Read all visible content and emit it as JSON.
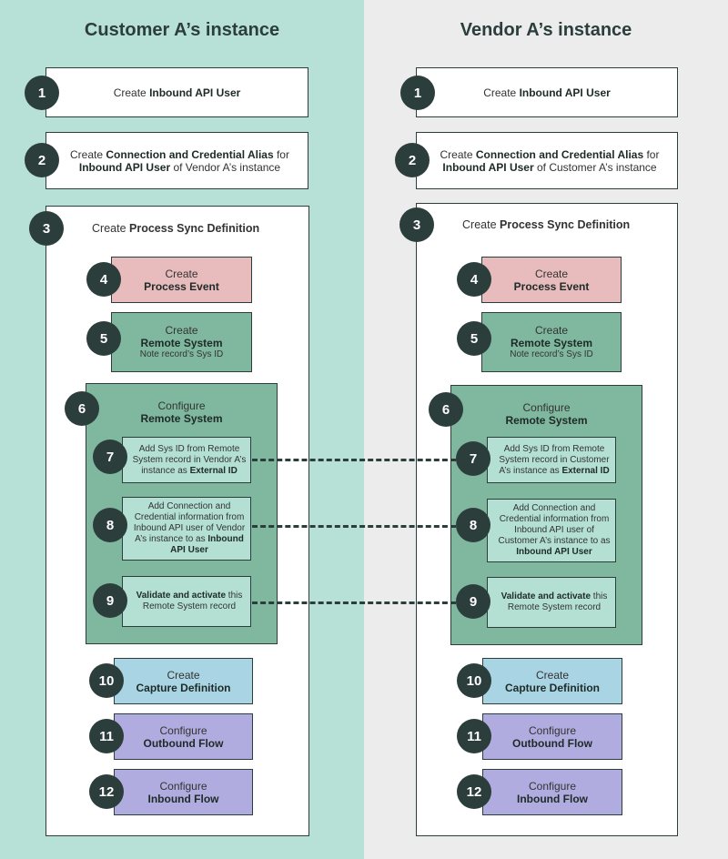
{
  "columns": [
    {
      "title": "Customer A’s instance",
      "steps": {
        "s1": {
          "num": "1",
          "pre": "Create ",
          "bold": "Inbound API User"
        },
        "s2": {
          "num": "2",
          "pre": "Create ",
          "bold": "Connection and Credential Alias",
          "mid": " for ",
          "bold2": "Inbound API User",
          "post": " of Vendor A’s instance"
        },
        "s3": {
          "num": "3",
          "pre": "Create ",
          "bold": "Process Sync Definition"
        },
        "s4": {
          "num": "4",
          "line1": "Create",
          "bold": "Process Event"
        },
        "s5": {
          "num": "5",
          "line1": "Create",
          "bold": "Remote System",
          "note": "Note record’s Sys ID"
        },
        "s6": {
          "num": "6",
          "line1": "Configure",
          "bold": "Remote System"
        },
        "s7": {
          "num": "7",
          "pre": "Add Sys ID from Remote System record in Vendor A’s instance as ",
          "bold": "External ID"
        },
        "s8": {
          "num": "8",
          "pre": "Add Connection and Credential information from Inbound API user of Vendor A’s instance to as ",
          "bold": "Inbound API User"
        },
        "s9": {
          "num": "9",
          "bold": "Validate and activate",
          "post": " this Remote System record"
        },
        "s10": {
          "num": "10",
          "line1": "Create",
          "bold": "Capture Definition"
        },
        "s11": {
          "num": "11",
          "line1": "Configure",
          "bold": "Outbound Flow"
        },
        "s12": {
          "num": "12",
          "line1": "Configure",
          "bold": "Inbound Flow"
        }
      }
    },
    {
      "title": "Vendor A’s instance",
      "steps": {
        "s1": {
          "num": "1",
          "pre": "Create ",
          "bold": "Inbound API User"
        },
        "s2": {
          "num": "2",
          "pre": "Create ",
          "bold": "Connection and Credential Alias",
          "mid": " for ",
          "bold2": "Inbound API User",
          "post": " of Customer A’s instance"
        },
        "s3": {
          "num": "3",
          "pre": "Create ",
          "bold": "Process Sync Definition"
        },
        "s4": {
          "num": "4",
          "line1": "Create",
          "bold": "Process Event"
        },
        "s5": {
          "num": "5",
          "line1": "Create",
          "bold": "Remote System",
          "note": "Note record’s Sys ID"
        },
        "s6": {
          "num": "6",
          "line1": "Configure",
          "bold": "Remote System"
        },
        "s7": {
          "num": "7",
          "pre": "Add Sys ID from Remote System record in Customer A’s instance as ",
          "bold": "External ID"
        },
        "s8": {
          "num": "8",
          "pre": "Add Connection and Credential information from Inbound API user of Customer A’s instance to as ",
          "bold": "Inbound API User"
        },
        "s9": {
          "num": "9",
          "bold": "Validate and activate",
          "post": " this Remote System record"
        },
        "s10": {
          "num": "10",
          "line1": "Create",
          "bold": "Capture Definition"
        },
        "s11": {
          "num": "11",
          "line1": "Configure",
          "bold": "Outbound Flow"
        },
        "s12": {
          "num": "12",
          "line1": "Configure",
          "bold": "Inbound Flow"
        }
      }
    }
  ],
  "colors": {
    "left_bg": "#b7e1d6",
    "right_bg": "#ececec",
    "badge": "#2c3e3c",
    "process_event": "#e8bcbc",
    "remote_system": "#7fb89e",
    "inner": "#b3e0d3",
    "capture": "#a9d4e3",
    "flow": "#b0acdf"
  }
}
